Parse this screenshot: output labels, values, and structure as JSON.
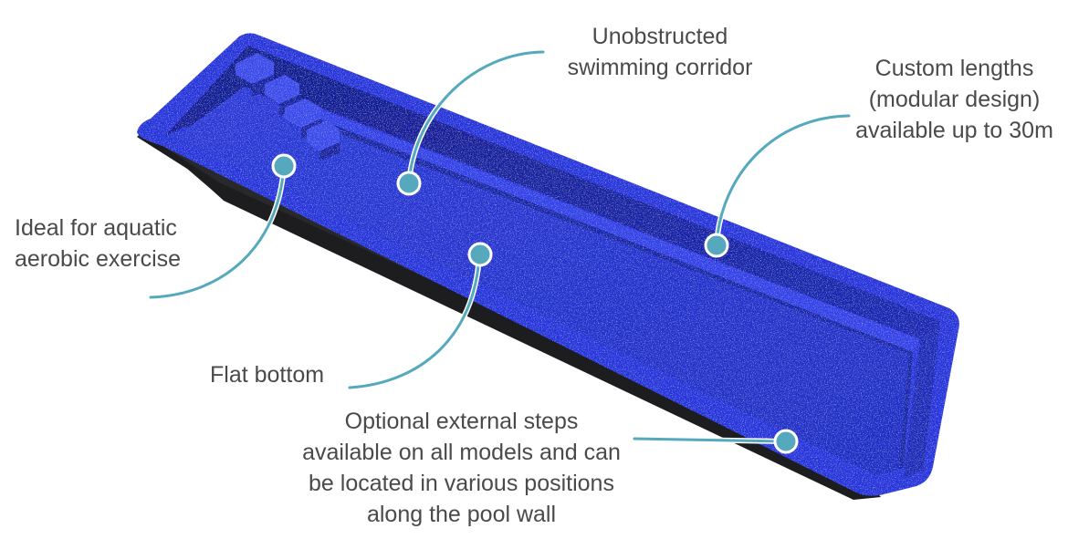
{
  "colors": {
    "pool_blue": "#1f2fd6",
    "pool_blue_dark": "#101c9a",
    "pool_shell": "#2b2b2e",
    "callout_teal": "#56a9bd",
    "text": "#4a4a4a",
    "background": "#ffffff"
  },
  "callouts": {
    "corridor": {
      "lines": [
        "Unobstructed",
        "swimming corridor"
      ]
    },
    "lengths": {
      "lines": [
        "Custom lengths",
        "(modular design)",
        "available up to 30m"
      ]
    },
    "aquatic": {
      "lines": [
        "Ideal for aquatic",
        "aerobic exercise"
      ]
    },
    "flat": {
      "lines": [
        "Flat bottom"
      ]
    },
    "steps": {
      "lines": [
        "Optional external steps",
        "available on all models and can",
        "be located in various positions",
        "along the pool wall"
      ]
    }
  }
}
